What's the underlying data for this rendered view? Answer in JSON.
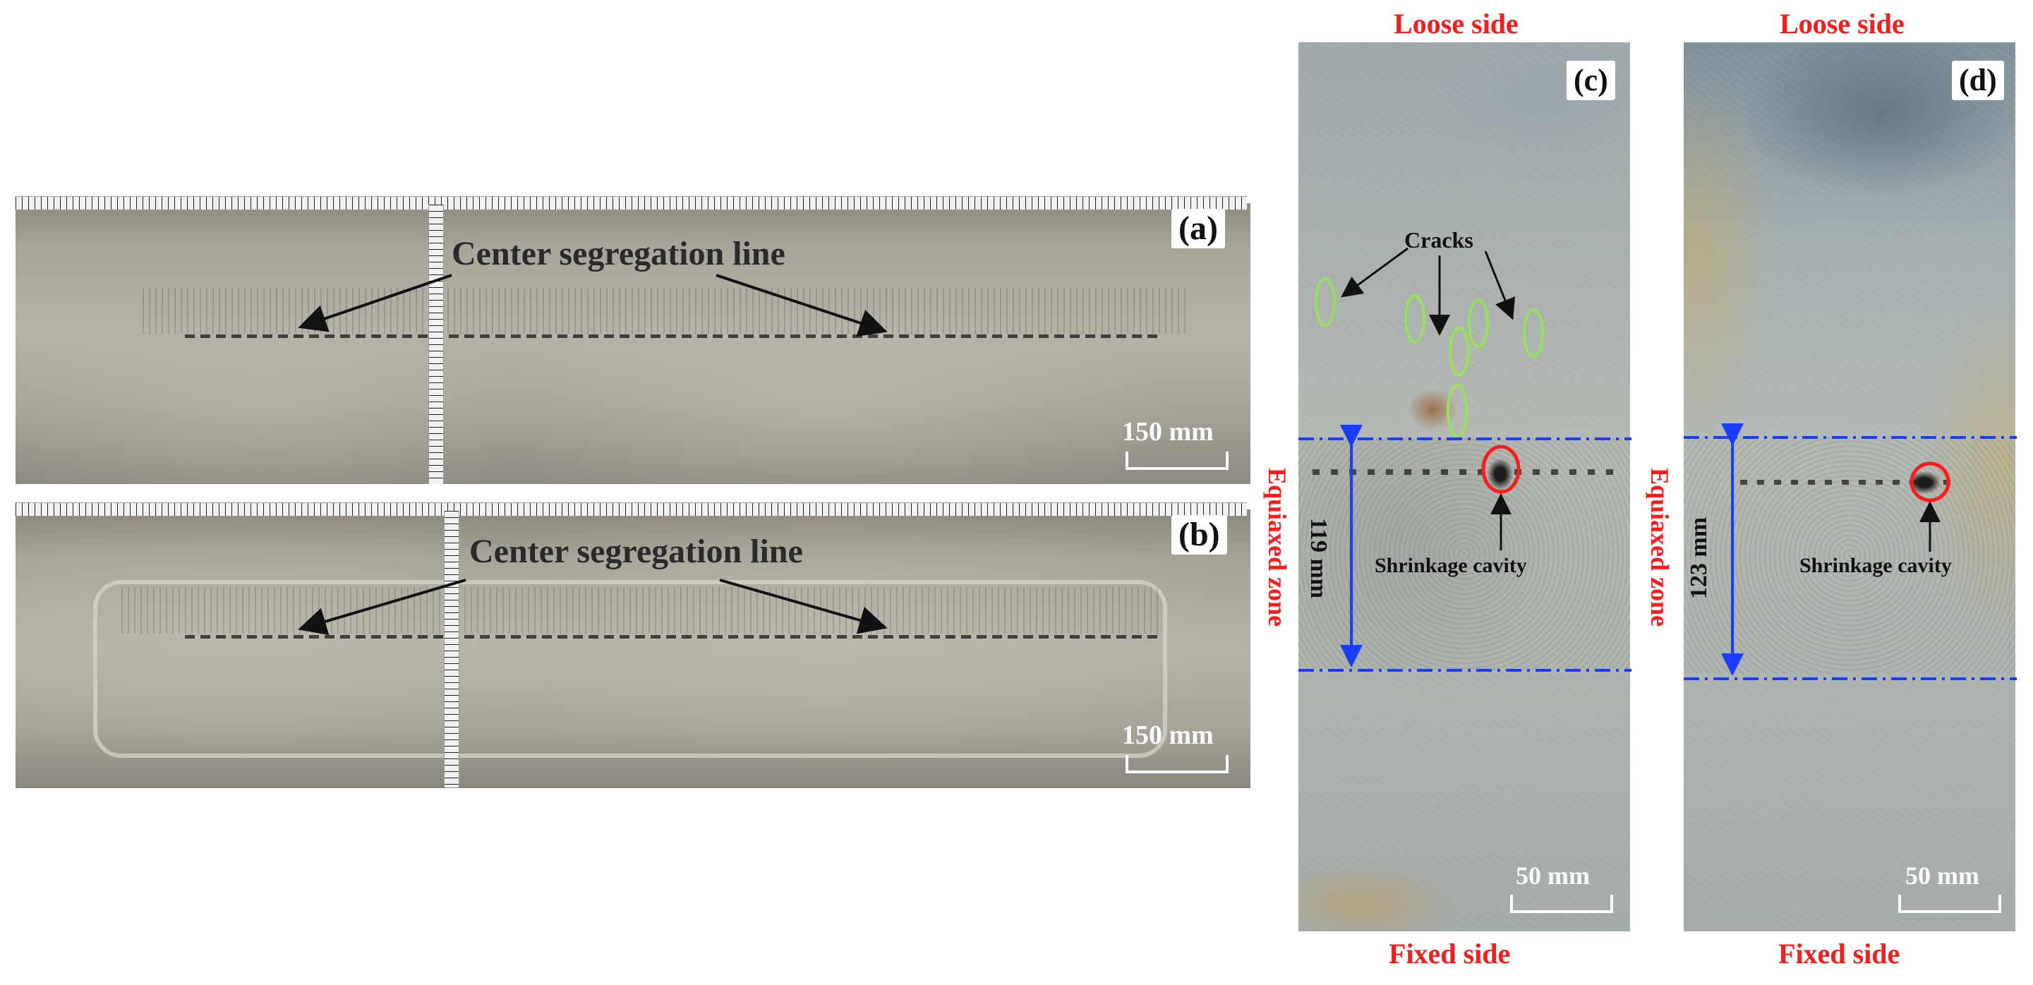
{
  "panels": {
    "a": {
      "letter": "(a)",
      "annotation": "Center segregation line",
      "scale_label": "150 mm"
    },
    "b": {
      "letter": "(b)",
      "annotation": "Center segregation line",
      "scale_label": "150 mm"
    },
    "c": {
      "letter": "(c)",
      "top_label": "Loose side",
      "bottom_label": "Fixed side",
      "zone_label": "Equiaxed zone",
      "width_label": "119 mm",
      "cracks_label": "Cracks",
      "cavity_label": "Shrinkage cavity",
      "scale_label": "50 mm"
    },
    "d": {
      "letter": "(d)",
      "top_label": "Loose side",
      "bottom_label": "Fixed side",
      "zone_label": "Equiaxed zone",
      "width_label": "123 mm",
      "cavity_label": "Shrinkage cavity",
      "scale_label": "50 mm"
    }
  },
  "colors": {
    "side_label": "#ff1a1a",
    "zone_boundary": "#1a3cff",
    "crack_marker": "#9be05a",
    "cavity_marker": "#ff1a1a"
  }
}
